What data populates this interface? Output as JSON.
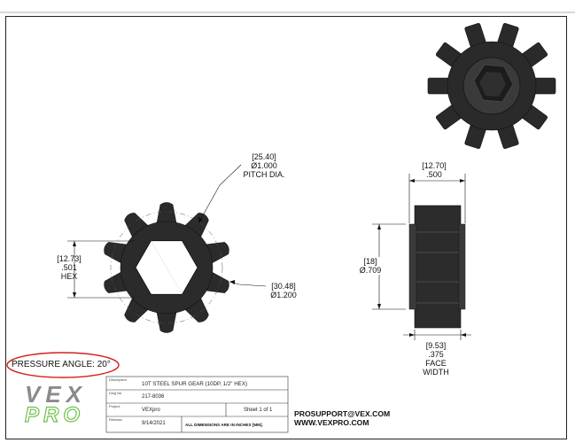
{
  "drawing": {
    "dimensions": {
      "pitch_dia": {
        "mm": "[25.40]",
        "inch": "Ø1.000",
        "label": "PITCH DIA."
      },
      "hex": {
        "mm": "[12.73]",
        "inch": ".501",
        "label": "HEX"
      },
      "outer_dia": {
        "mm": "[30.48]",
        "inch": "Ø1.200"
      },
      "face_width_top": {
        "mm": "[12.70]",
        "inch": ".500"
      },
      "hub_dia": {
        "mm": "[18]",
        "inch": "Ø.709"
      },
      "face_width": {
        "mm": "[9.53]",
        "inch": ".375",
        "label1": "FACE",
        "label2": "WIDTH"
      }
    },
    "pressure_angle": "PRESSURE ANGLE: 20°"
  },
  "title_block": {
    "description_label": "Description",
    "description": "10T STEEL SPUR GEAR (10DP, 1/2\" HEX)",
    "dwg_label": "Dwg No.",
    "dwg_no": "217-8036",
    "project_label": "Project",
    "project": "VEXpro",
    "sheet": "Sheet 1 of 1",
    "release_label": "Release",
    "release": "9/14/2021",
    "dimensions_note": "ALL DIMENSIONS ARE IN INCHES [MM]."
  },
  "logo": {
    "top": "VEX",
    "bottom": "PRO"
  },
  "contact": {
    "email": "PROSUPPORT@VEX.COM",
    "web": "WWW.VEXPRO.COM"
  },
  "colors": {
    "gear": "#2b2b2b",
    "annotation_red": "#d42020",
    "logo_green": "#6fc24a",
    "logo_gray": "#8a8a8a"
  }
}
